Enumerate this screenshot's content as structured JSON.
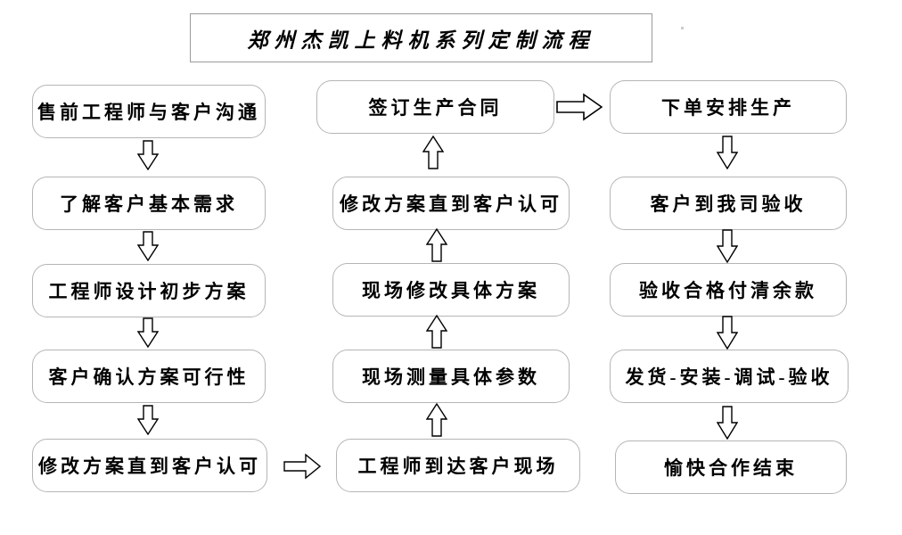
{
  "title": "郑州杰凯上料机系列定制流程",
  "flow": {
    "left_column": {
      "direction": "top-to-bottom",
      "steps": [
        "售前工程师与客户沟通",
        "了解客户基本需求",
        "工程师设计初步方案",
        "客户确认方案可行性",
        "修改方案直到客户认可"
      ]
    },
    "middle_column": {
      "direction": "bottom-to-top",
      "steps": [
        "签订生产合同",
        "修改方案直到客户认可",
        "现场修改具体方案",
        "现场测量具体参数",
        "工程师到达客户现场"
      ]
    },
    "right_column": {
      "direction": "top-to-bottom",
      "steps": [
        "下单安排生产",
        "客户到我司验收",
        "验收合格付清余款",
        "发货-安装-调试-验收",
        "愉快合作结束"
      ]
    },
    "connectors": [
      {
        "from": "修改方案直到客户认可",
        "to": "工程师到达客户现场",
        "type": "right-arrow"
      },
      {
        "from": "签订生产合同",
        "to": "下单安排生产",
        "type": "right-arrow"
      }
    ]
  },
  "colors": {
    "background": "#ffffff",
    "box_border": "#b5b5b5",
    "title_border": "#9a9a9a",
    "arrow_outline": "#000000",
    "text": "#000000"
  }
}
